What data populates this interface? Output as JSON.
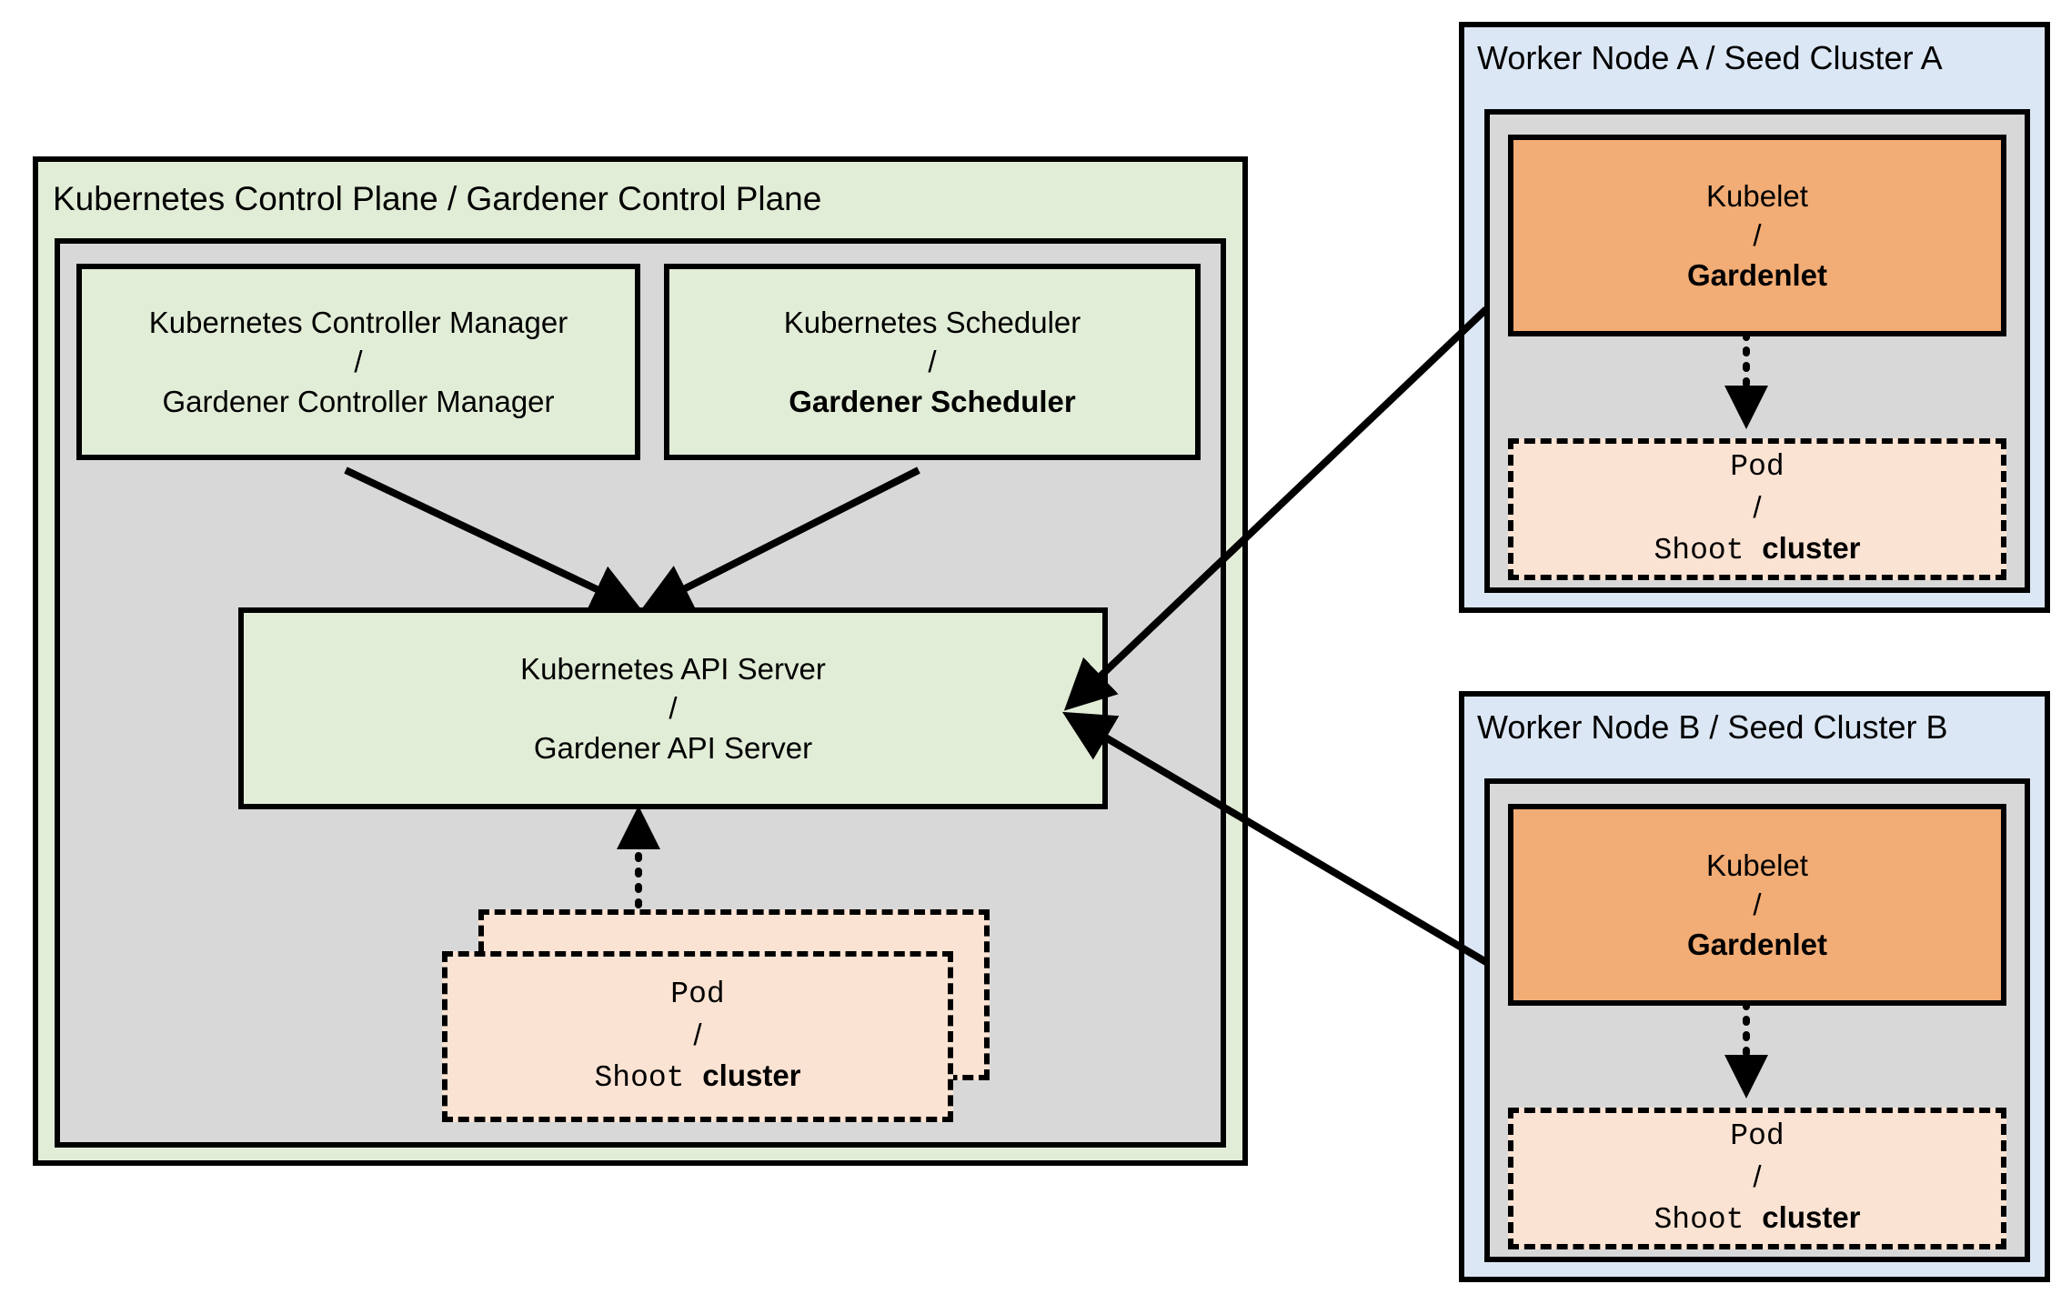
{
  "diagram": {
    "title_left": "Kubernetes Control Plane / Gardener Control Plane",
    "separator": "/",
    "colors": {
      "green_panel": "#e2edd7",
      "blue_panel": "#dce7f5",
      "gray_inner": "#d8d8d8",
      "orange_box": "#f2ac75",
      "pod_box": "#fbe3d3",
      "stroke": "#000000"
    }
  },
  "control_plane": {
    "title": "Kubernetes Control Plane / Gardener Control Plane",
    "controller_manager": {
      "line1": "Kubernetes Controller Manager",
      "slash": "/",
      "line2": "Gardener Controller Manager"
    },
    "scheduler": {
      "line1": "Kubernetes Scheduler",
      "slash": "/",
      "line2": "Gardener Scheduler"
    },
    "api_server": {
      "line1": "Kubernetes API Server",
      "slash": "/",
      "line2": "Gardener API Server"
    },
    "pod": {
      "line1": "Pod",
      "slash": "/",
      "line2_prefix": "Shoot ",
      "line2_bold": "cluster"
    }
  },
  "worker_nodes": [
    {
      "title": "Worker Node A / Seed Cluster A",
      "kubelet": {
        "line1": "Kubelet",
        "slash": "/",
        "line2": "Gardenlet"
      },
      "pod": {
        "line1": "Pod",
        "slash": "/",
        "line2_prefix": "Shoot ",
        "line2_bold": "cluster"
      }
    },
    {
      "title": "Worker Node B / Seed Cluster B",
      "kubelet": {
        "line1": "Kubelet",
        "slash": "/",
        "line2": "Gardenlet"
      },
      "pod": {
        "line1": "Pod",
        "slash": "/",
        "line2_prefix": "Shoot ",
        "line2_bold": "cluster"
      }
    }
  ],
  "connections": [
    {
      "from": "controller-manager",
      "to": "api-server",
      "style": "solid"
    },
    {
      "from": "scheduler",
      "to": "api-server",
      "style": "solid"
    },
    {
      "from": "control-plane-pod",
      "to": "api-server",
      "style": "dotted"
    },
    {
      "from": "gardenlet-a",
      "to": "api-server",
      "style": "solid"
    },
    {
      "from": "gardenlet-b",
      "to": "api-server",
      "style": "solid"
    },
    {
      "from": "gardenlet-a",
      "to": "pod-a",
      "style": "dotted"
    },
    {
      "from": "gardenlet-b",
      "to": "pod-b",
      "style": "dotted"
    }
  ]
}
